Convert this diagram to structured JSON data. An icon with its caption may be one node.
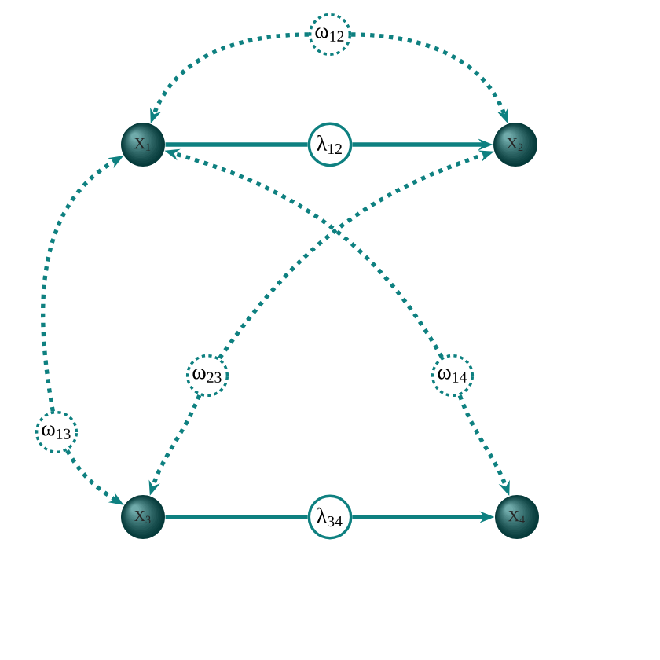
{
  "diagram": {
    "nodes": [
      {
        "text": [
          "ω$_{12}$"
        ]
      },
      {
        "text": [
          "X$_{1}$"
        ]
      },
      {
        "text": [
          "λ$_{12}$"
        ]
      },
      {
        "text": [
          "X$_{2}$"
        ]
      },
      {
        "text": [
          "ω$_{23}$"
        ]
      },
      {
        "text": [
          "ω$_{14}$"
        ]
      },
      {
        "text": [
          "ω$_{13}$"
        ]
      },
      {
        "text": [
          "X$_{3}$"
        ]
      },
      {
        "text": [
          "λ$_{34}$"
        ]
      },
      {
        "text": [
          "X$_{4}$"
        ]
      }
    ],
    "edges": [
      {
        "from": 1,
        "to": 2,
        "arrow": "none"
      },
      {
        "from": 2,
        "to": 3,
        "arrow": "to"
      },
      {
        "from": 0,
        "to": 1,
        "arrow": "to",
        "style": "dashed"
      },
      {
        "from": 0,
        "to": 3,
        "arrow": "to",
        "style": "dashed"
      },
      {
        "from": 6,
        "to": 1,
        "arrow": "to",
        "style": "dashed"
      },
      {
        "from": 6,
        "to": 7,
        "arrow": "to",
        "style": "dashed"
      },
      {
        "from": 4,
        "to": 7,
        "arrow": "to",
        "style": "dashed"
      },
      {
        "from": 4,
        "to": 3,
        "arrow": "to",
        "style": "dashed"
      },
      {
        "from": 5,
        "to": 1,
        "arrow": "to",
        "style": "dashed"
      },
      {
        "from": 5,
        "to": 9,
        "arrow": "to",
        "style": "dashed"
      },
      {
        "from": 7,
        "to": 8,
        "arrow": "none"
      },
      {
        "from": 8,
        "to": 9,
        "arrow": "to"
      }
    ]
  }
}
